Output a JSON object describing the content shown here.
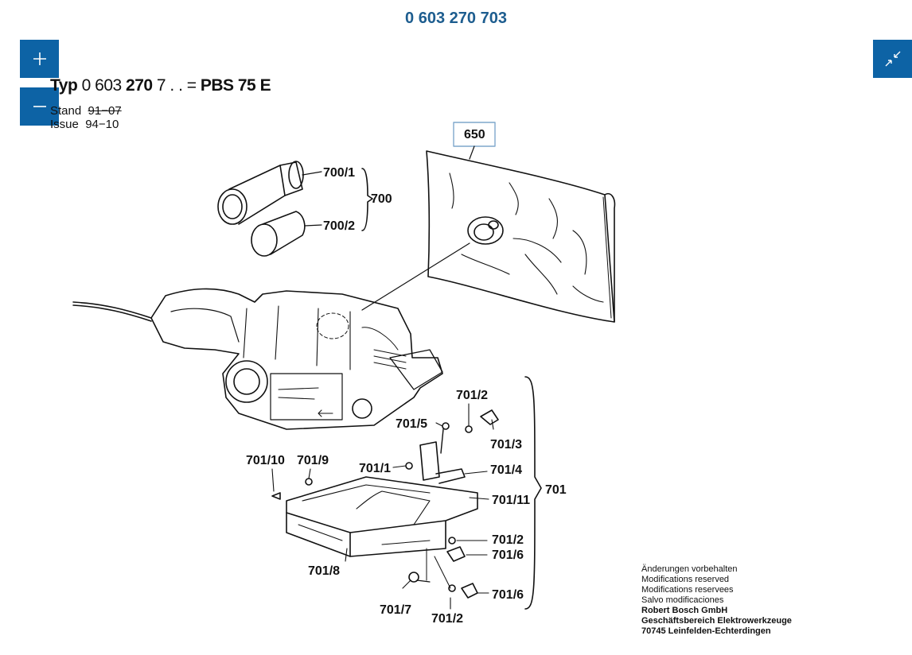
{
  "title": "0 603 270 703",
  "controls": {
    "zoom_in": "+",
    "zoom_out": "−",
    "collapse_icon": "collapse-icon"
  },
  "doc": {
    "typ_prefix": "Typ",
    "typ_number": "0 603 ",
    "typ_number_bold": "270",
    "typ_suffix": " 7 . . = ",
    "model": "PBS 75 E",
    "stand_label": "Stand",
    "stand_value": "91−07",
    "issue_label": "Issue",
    "issue_value": "94−10"
  },
  "parts": {
    "p650": "650",
    "p700": "700",
    "p700_1": "700/1",
    "p700_2": "700/2",
    "p701": "701",
    "p701_1": "701/1",
    "p701_2a": "701/2",
    "p701_2b": "701/2",
    "p701_2c": "701/2",
    "p701_3": "701/3",
    "p701_4": "701/4",
    "p701_5": "701/5",
    "p701_6a": "701/6",
    "p701_6b": "701/6",
    "p701_7": "701/7",
    "p701_8": "701/8",
    "p701_9": "701/9",
    "p701_10": "701/10",
    "p701_11": "701/11"
  },
  "footer": {
    "line1": "Änderungen vorbehalten",
    "line2": "Modifications reserved",
    "line3": "Modifications reservees",
    "line4": "Salvo modificaciones",
    "line5": "Robert Bosch GmbH",
    "line6": "Geschäftsbereich Elektrowerkzeuge",
    "line7": "70745 Leinfelden-Echterdingen"
  }
}
